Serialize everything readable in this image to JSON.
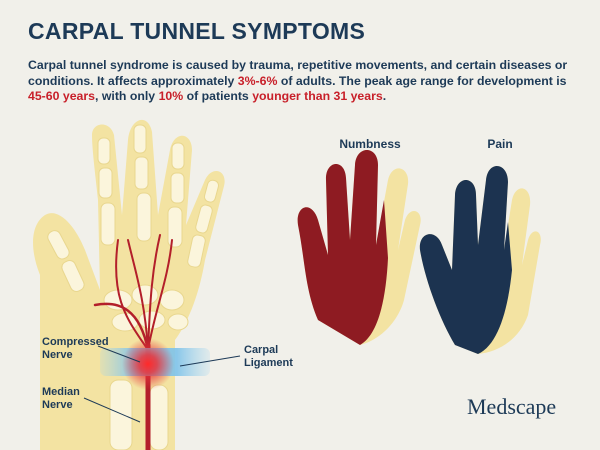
{
  "title": "CARPAL TUNNEL SYMPTOMS",
  "intro": {
    "p1": "Carpal tunnel syndrome is caused by trauma, repetitive movements, and certain diseases or conditions. It affects approximately ",
    "pct_adults": "3%-6%",
    "p2": " of adults. The peak age range for development is ",
    "age_range": "45-60 years",
    "p3": ", with only ",
    "pct_young": "10%",
    "p4": " of patients ",
    "younger": "younger than 31 years",
    "p5": "."
  },
  "labels": {
    "compressed_nerve": "Compressed\nNerve",
    "carpal_ligament": "Carpal\nLigament",
    "median_nerve": "Median\nNerve"
  },
  "hands": {
    "numbness": {
      "title": "Numbness",
      "color": "#8e1b22"
    },
    "pain": {
      "title": "Pain",
      "color": "#1c3350"
    }
  },
  "colors": {
    "title": "#1d3a57",
    "highlight": "#c8202a",
    "hand_yellow": "#f3e3a2",
    "bone": "#fbf5dc",
    "nerve": "#b31f2a"
  },
  "logo": "Medscape"
}
